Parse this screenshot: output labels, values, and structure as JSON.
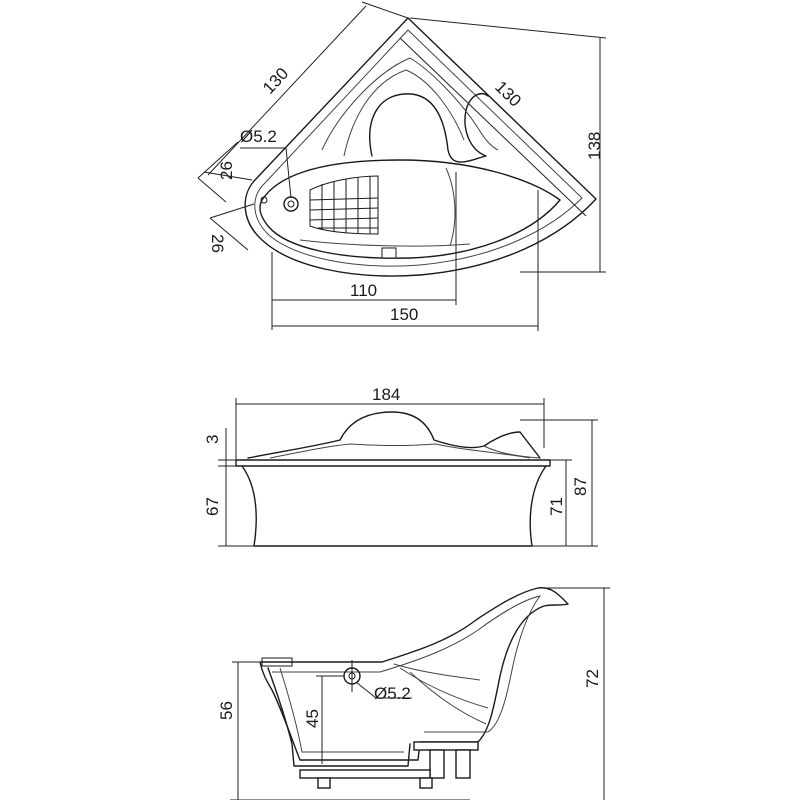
{
  "top_view": {
    "dims": {
      "side_left": "130",
      "side_right": "130",
      "depth": "138",
      "width_outer": "150",
      "width_inner": "110",
      "edge_upper": "26",
      "edge_lower": "26",
      "drain": "Ø5.2"
    }
  },
  "front_view": {
    "dims": {
      "length": "184",
      "rim": "3",
      "height_left": "67",
      "height_mid": "71",
      "height_total": "87"
    }
  },
  "side_view": {
    "dims": {
      "height_total": "72",
      "height_left": "56",
      "height_inner": "45",
      "drain": "Ø5.2"
    }
  }
}
